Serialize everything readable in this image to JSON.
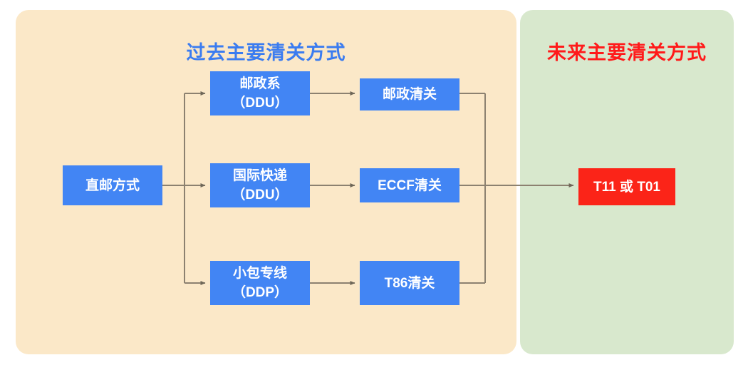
{
  "diagram": {
    "type": "flow-diagram",
    "panels": [
      {
        "id": "past",
        "title": "过去主要清关方式",
        "title_color": "#3b7cf0",
        "background": "#fbe8c8"
      },
      {
        "id": "future",
        "title": "未来主要清关方式",
        "title_color": "#ff1a1a",
        "background": "#d8e8cd"
      }
    ],
    "nodes": {
      "zhiyou": {
        "line1": "直邮方式",
        "line2": "",
        "color": "#4285f4"
      },
      "youzhengxi": {
        "line1": "邮政系",
        "line2": "（DDU）",
        "color": "#4285f4"
      },
      "guojikuaidi": {
        "line1": "国际快递",
        "line2": "（DDU）",
        "color": "#4285f4"
      },
      "xiaobaozhuanxian": {
        "line1": "小包专线",
        "line2": "（DDP）",
        "color": "#4285f4"
      },
      "youzhengqingguan": {
        "line1": "邮政清关",
        "line2": "",
        "color": "#4285f4"
      },
      "eccf": {
        "line1": "ECCF清关",
        "line2": "",
        "color": "#4285f4"
      },
      "t86": {
        "line1": "T86清关",
        "line2": "",
        "color": "#4285f4"
      },
      "t11t01": {
        "line1": "T11 或 T01",
        "line2": "",
        "color": "#fb2418"
      }
    },
    "edges": [
      {
        "from": "zhiyou",
        "to": "youzhengxi"
      },
      {
        "from": "zhiyou",
        "to": "guojikuaidi"
      },
      {
        "from": "zhiyou",
        "to": "xiaobaozhuanxian"
      },
      {
        "from": "youzhengxi",
        "to": "youzhengqingguan"
      },
      {
        "from": "guojikuaidi",
        "to": "eccf"
      },
      {
        "from": "xiaobaozhuanxian",
        "to": "t86"
      },
      {
        "from": "youzhengqingguan",
        "to": "t11t01"
      },
      {
        "from": "eccf",
        "to": "t11t01"
      },
      {
        "from": "t86",
        "to": "t11t01"
      }
    ],
    "edge_color": "#8c8170"
  }
}
